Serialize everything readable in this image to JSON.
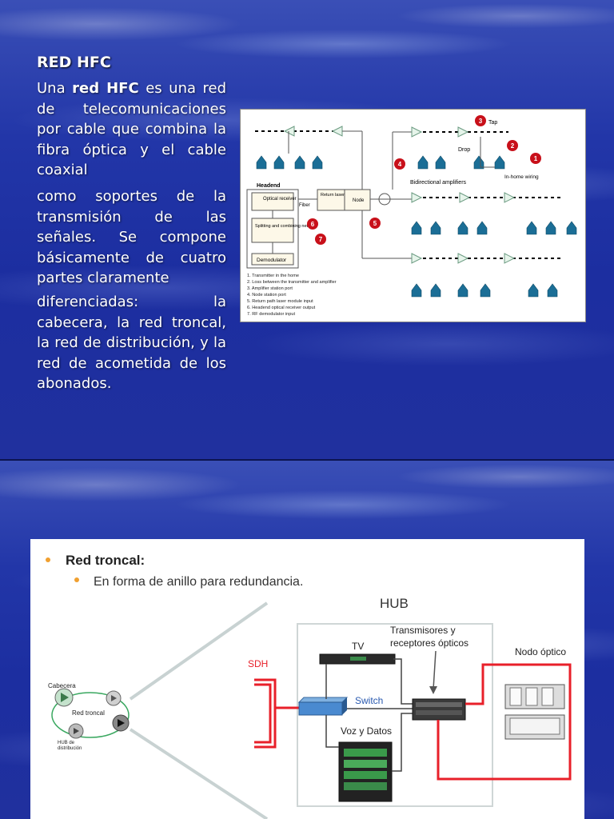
{
  "slide1": {
    "title": "RED HFC",
    "intro_prefix": "Una ",
    "intro_bold": "red HFC",
    "intro_rest": " es una red de telecomunicaciones por cable que combina la fibra óptica y el cable coaxial",
    "paragraph2": "como soportes de la transmisión de las señales. Se compone básicamente de cuatro partes claramente",
    "paragraph3": "diferenciadas: la cabecera, la red troncal, la red de distribución, y la red de acometida de los abonados.",
    "diagram": {
      "labels": {
        "tap": "Tap",
        "drop": "Drop",
        "in_home": "In-home wiring",
        "bidir": "Bidirectional amplifiers",
        "headend": "Headend",
        "optical_receiver": "Optical receiver",
        "fiber": "Fiber",
        "return_laser": "Return laser module",
        "node": "Node",
        "splitting": "Splitting and combining network",
        "demodulator": "Demodulator"
      },
      "legend": [
        "1. Transmitter in the home",
        "2. Loss between the transmitter and amplifier",
        "3. Amplifier station port",
        "4. Node station port",
        "5. Return path laser module input",
        "6. Headend optical receiver output",
        "7. RF demodulator input"
      ],
      "markers": [
        "1",
        "2",
        "3",
        "4",
        "5",
        "6",
        "7"
      ]
    }
  },
  "slide2": {
    "bullet1": "Red troncal:",
    "bullet2": "En forma de anillo para redundancia.",
    "hub": "HUB",
    "transmisores": [
      "Transmisores y",
      "receptores ópticos"
    ],
    "tv": "TV",
    "sdh": "SDH",
    "switch": "Switch",
    "voz": "Voz y Datos",
    "nodo": "Nodo óptico",
    "cabecera": "Cabecera",
    "red_troncal": "Red troncal",
    "hub_dist": [
      "HUB de",
      "distribución"
    ]
  },
  "colors": {
    "accent_red": "#e8202a",
    "bullet_orange": "#f0a030",
    "house": "#1b6e96"
  }
}
